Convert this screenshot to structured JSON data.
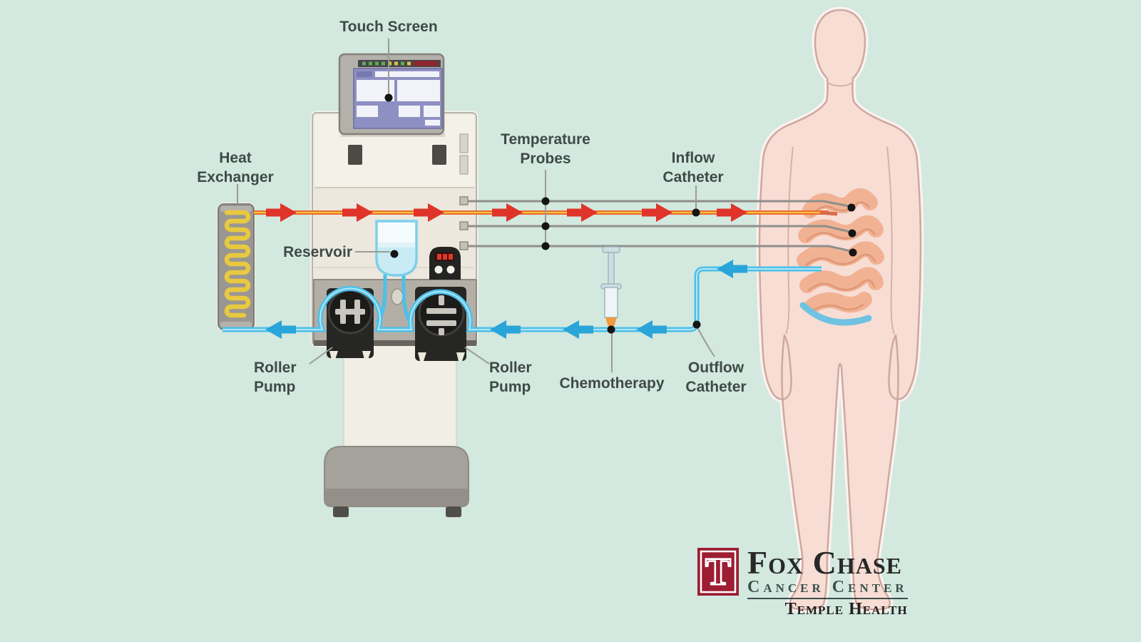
{
  "colors": {
    "background": "#d3e8df",
    "inflow_arrow": "#df342a",
    "inflow_line": "#ec6c2e",
    "inflow_line_core": "#f4c243",
    "outflow_arrow": "#29a5d9",
    "outflow_tube": "#4cc0e9",
    "body_fill": "#f8ddd5",
    "coil_yellow": "#e8c93f",
    "crimson": "#9d1d33"
  },
  "labels": {
    "touch_screen": "Touch Screen",
    "heat_exchanger": {
      "line1": "Heat",
      "line2": "Exchanger"
    },
    "temperature_probes": {
      "line1": "Temperature",
      "line2": "Probes"
    },
    "inflow_catheter": {
      "line1": "Inflow",
      "line2": "Catheter"
    },
    "reservoir": "Reservoir",
    "roller_pump_left": {
      "line1": "Roller",
      "line2": "Pump"
    },
    "roller_pump_right": {
      "line1": "Roller",
      "line2": "Pump"
    },
    "chemotherapy": "Chemotherapy",
    "outflow_catheter": {
      "line1": "Outflow",
      "line2": "Catheter"
    }
  },
  "logo": {
    "t_letter": "T",
    "name": "Fox Chase",
    "division": "Cancer Center",
    "parent": "Temple Health"
  }
}
